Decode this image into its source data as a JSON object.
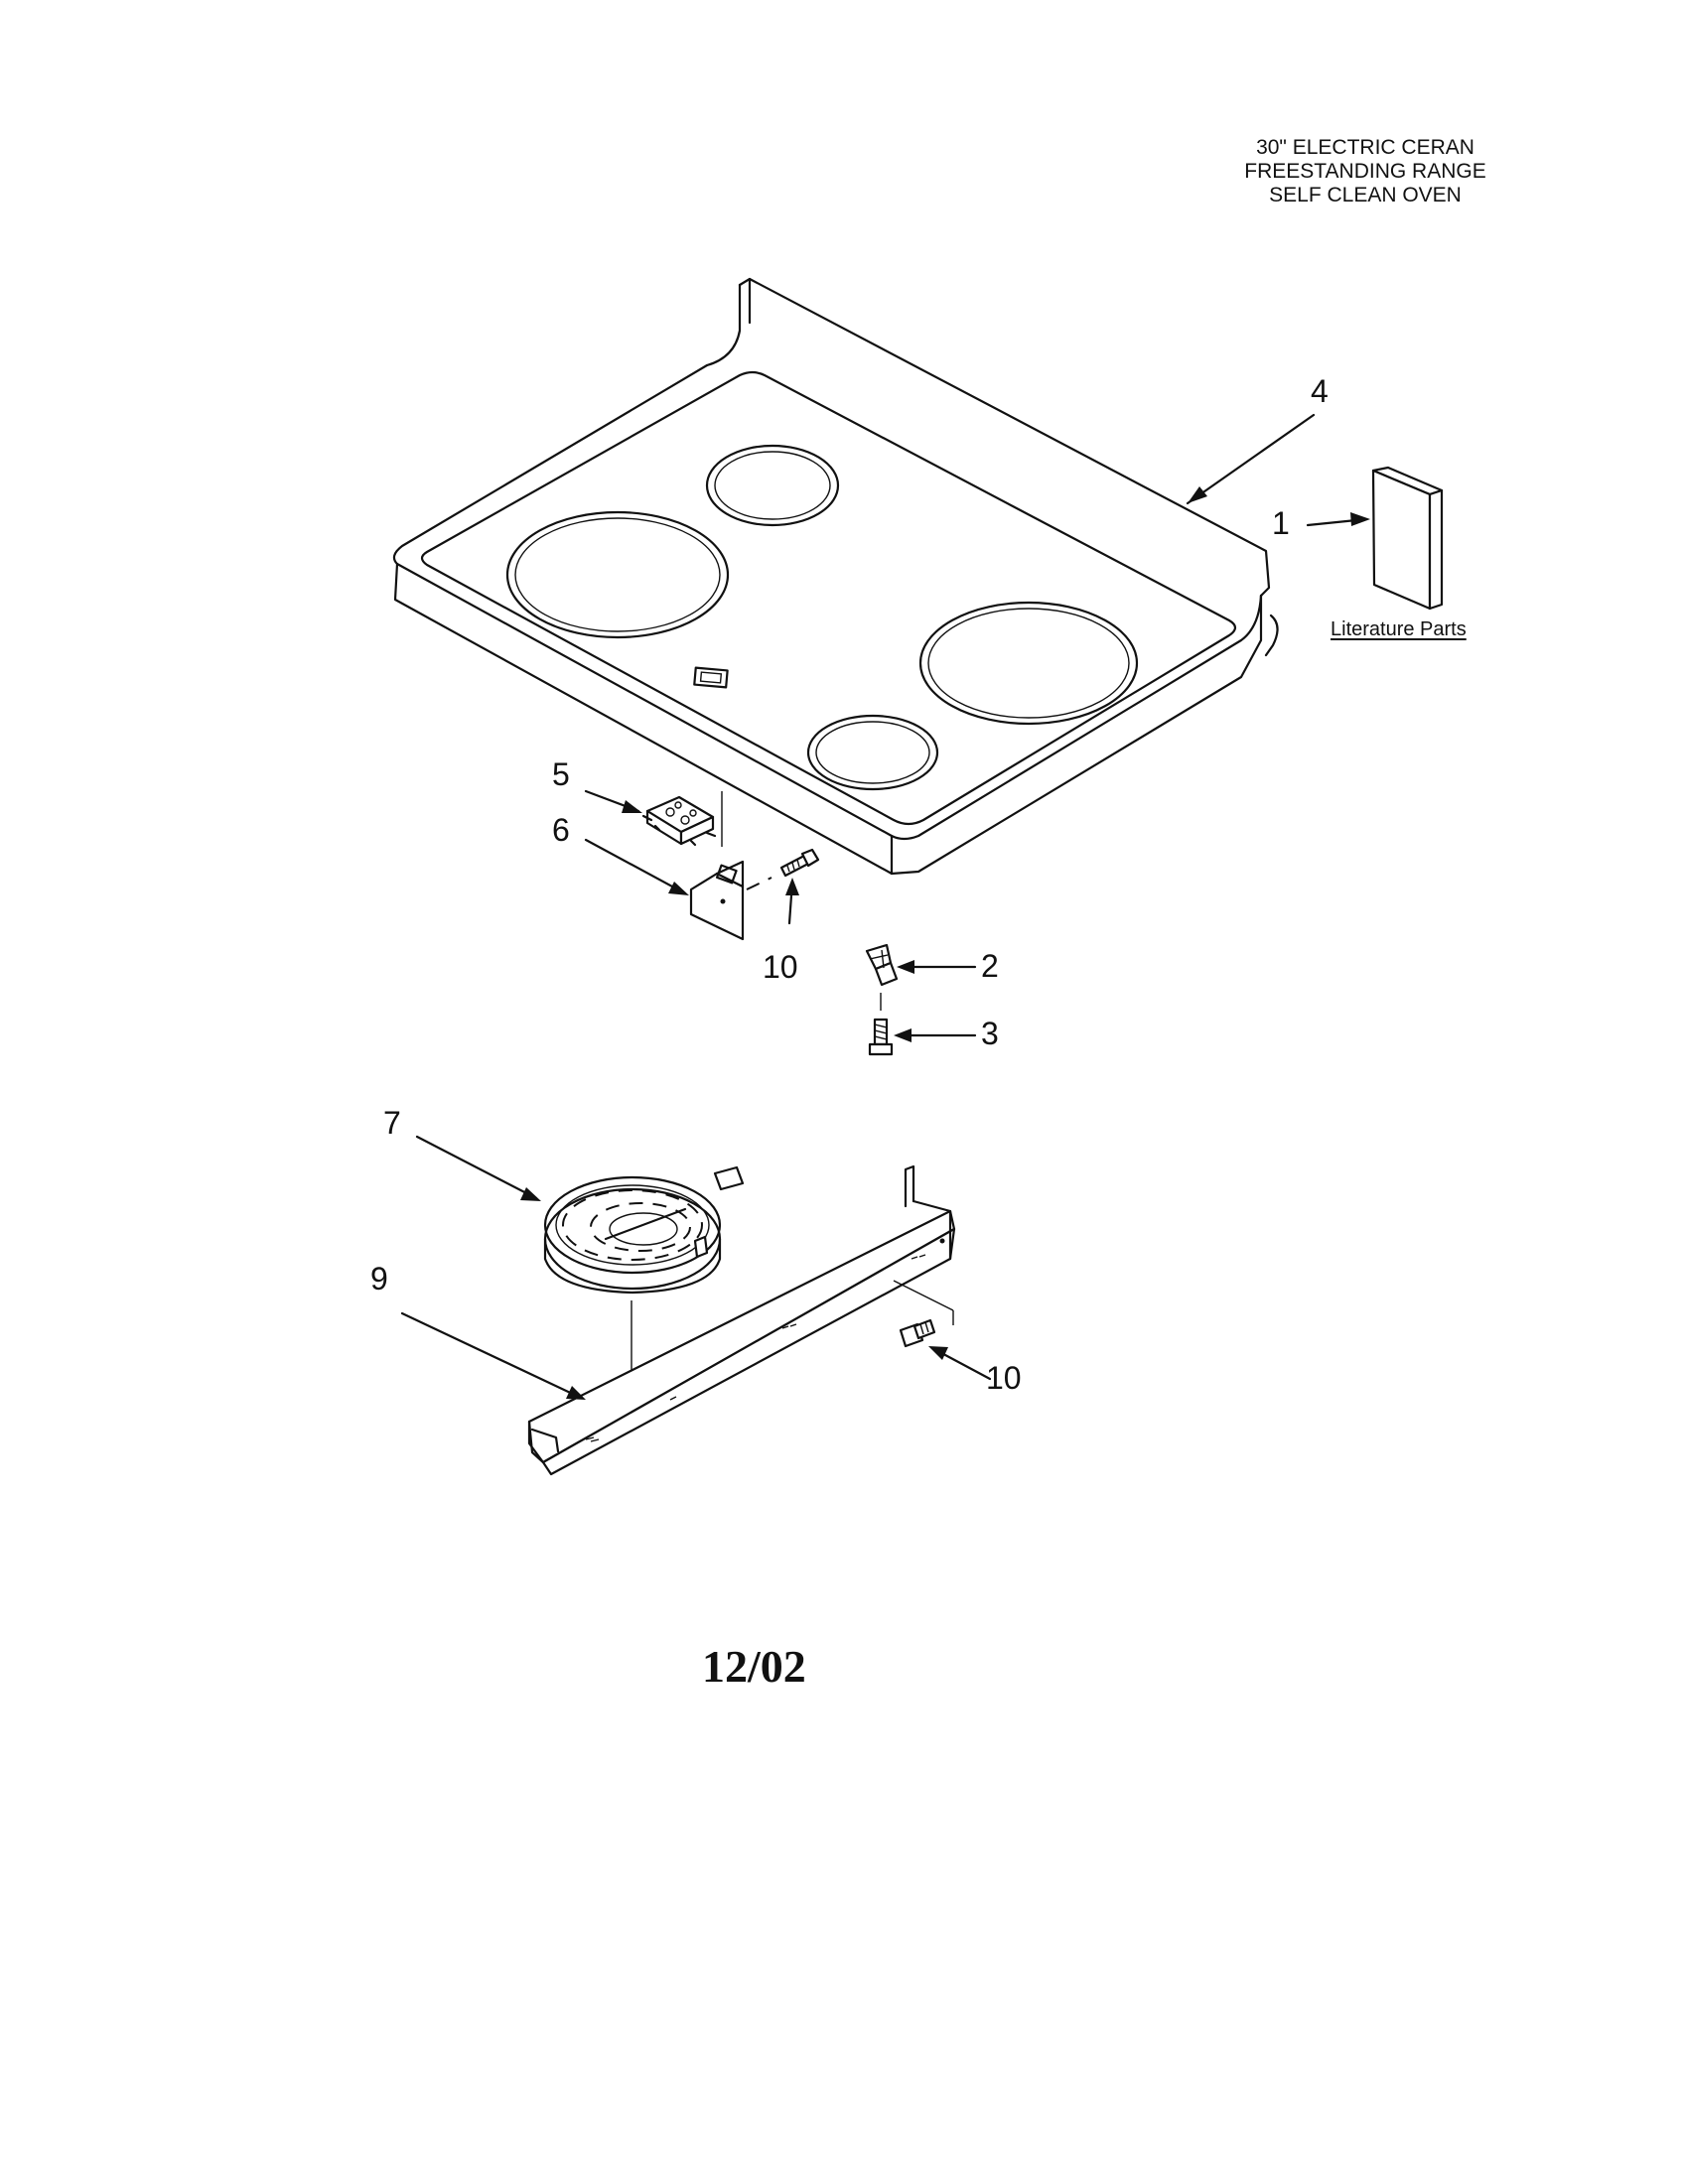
{
  "title": {
    "line1": "30\" ELECTRIC CERAN",
    "line2": "FREESTANDING RANGE",
    "line3": "SELF CLEAN OVEN"
  },
  "literature_label": "Literature Parts",
  "date": "12/02",
  "callouts": {
    "c1": "1",
    "c2": "2",
    "c3": "3",
    "c4": "4",
    "c5": "5",
    "c6": "6",
    "c7": "7",
    "c9": "9",
    "c10a": "10",
    "c10b": "10"
  }
}
